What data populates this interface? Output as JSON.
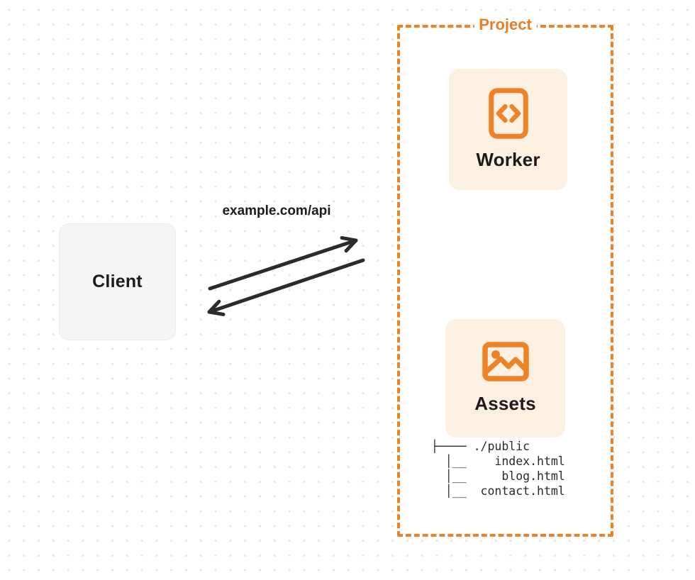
{
  "diagram": {
    "client": {
      "label": "Client"
    },
    "request": {
      "label": "example.com/api"
    },
    "project": {
      "label": "Project",
      "nodes": [
        {
          "id": "worker",
          "label": "Worker",
          "icon": "code-file-icon"
        },
        {
          "id": "assets",
          "label": "Assets",
          "icon": "image-icon"
        }
      ],
      "file_tree": {
        "root": "./public",
        "files": [
          "index.html",
          "blog.html",
          "contact.html"
        ],
        "ascii_lines": [
          "├──── ./public",
          "  │__    index.html",
          "  │__     blog.html",
          "  │__  contact.html"
        ]
      }
    },
    "colors": {
      "orange": "#ED8227",
      "card_background": "#FCF0E2",
      "client_background": "#F5F5F6",
      "arrow": "#2B2B2B",
      "text_dark": "#1B1B1E",
      "dot_grid": "#E5E5E8"
    }
  }
}
